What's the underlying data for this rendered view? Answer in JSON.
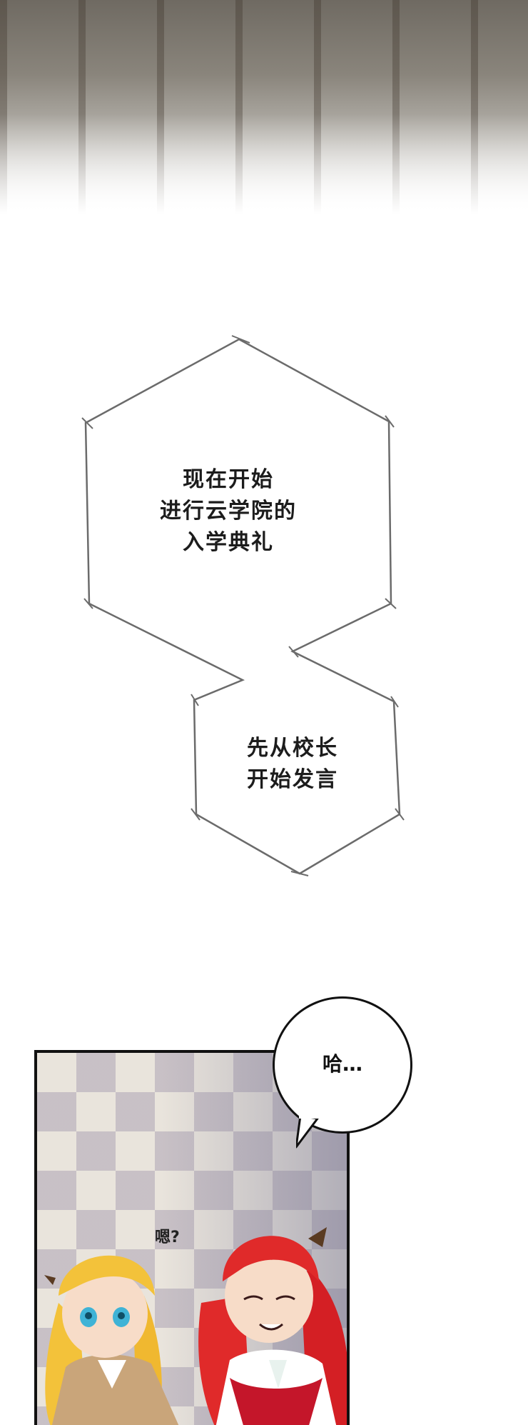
{
  "narration": {
    "box1_lines": [
      "现在开始",
      "进行云学院的",
      "入学典礼"
    ],
    "box2_lines": [
      "先从校长",
      "开始发言"
    ]
  },
  "bubble": {
    "text": "哈…"
  },
  "sfx": {
    "text": "嗯?"
  },
  "colors": {
    "frame": "#111111",
    "hex_stroke": "#6b6b6b",
    "blonde_hair": "#f3c23a",
    "red_hair": "#e02a2a",
    "sweater": "#c9a57a",
    "vest": "#c4162a"
  }
}
